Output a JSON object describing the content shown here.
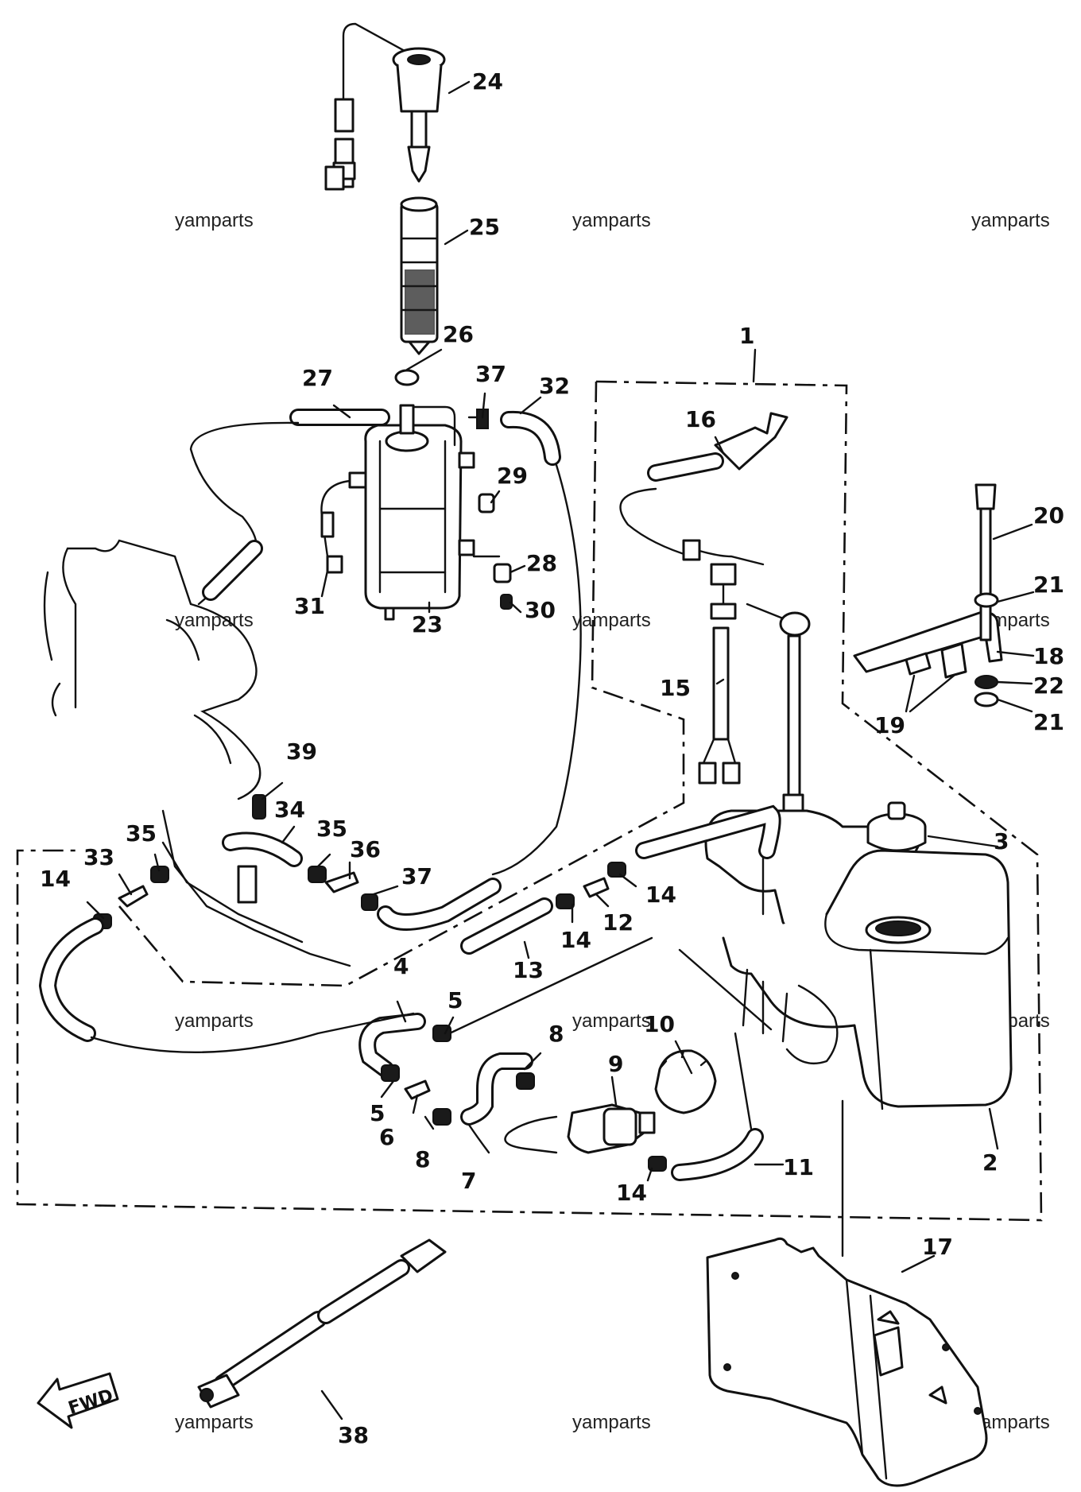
{
  "watermark": "yamparts",
  "fwd_label": "FWD",
  "callouts": {
    "p1": "1",
    "p2": "2",
    "p3": "3",
    "p4": "4",
    "p5a": "5",
    "p5b": "5",
    "p6": "6",
    "p7": "7",
    "p8a": "8",
    "p8b": "8",
    "p9": "9",
    "p10": "10",
    "p11": "11",
    "p12": "12",
    "p13": "13",
    "p14a": "14",
    "p14b": "14",
    "p14c": "14",
    "p14d": "14",
    "p15": "15",
    "p16": "16",
    "p17": "17",
    "p18": "18",
    "p19": "19",
    "p20": "20",
    "p21a": "21",
    "p21b": "21",
    "p22": "22",
    "p23": "23",
    "p24": "24",
    "p25": "25",
    "p26": "26",
    "p27": "27",
    "p28": "28",
    "p29": "29",
    "p30": "30",
    "p31": "31",
    "p32": "32",
    "p33": "33",
    "p34": "34",
    "p35a": "35",
    "p35b": "35",
    "p36": "36",
    "p37a": "37",
    "p37b": "37",
    "p38": "38",
    "p39": "39"
  }
}
